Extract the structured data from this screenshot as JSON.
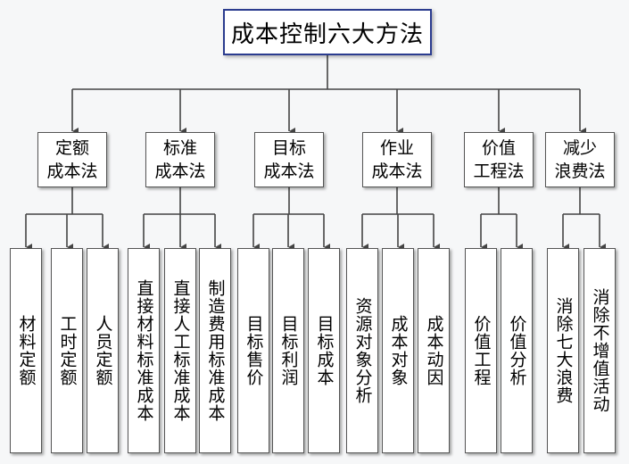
{
  "title": "成本控制六大方法",
  "categories": [
    {
      "label": "定额\n成本法",
      "children": [
        "材料定额",
        "工时定额",
        "人员定额"
      ]
    },
    {
      "label": "标准\n成本法",
      "children": [
        "直接材料标准成本",
        "直接人工标准成本",
        "制造费用标准成本"
      ]
    },
    {
      "label": "目标\n成本法",
      "children": [
        "目标售价",
        "目标利润",
        "目标成本"
      ]
    },
    {
      "label": "作业\n成本法",
      "children": [
        "资源对象分析",
        "成本对象",
        "成本动因"
      ]
    },
    {
      "label": "价值\n工程法",
      "children": [
        "价值工程",
        "价值分析"
      ]
    },
    {
      "label": "减少\n浪费法",
      "children": [
        "消除七大浪费",
        "消除不增值活动"
      ]
    }
  ],
  "colors": {
    "root_border": "#2b3c8f",
    "line": "#444444"
  }
}
